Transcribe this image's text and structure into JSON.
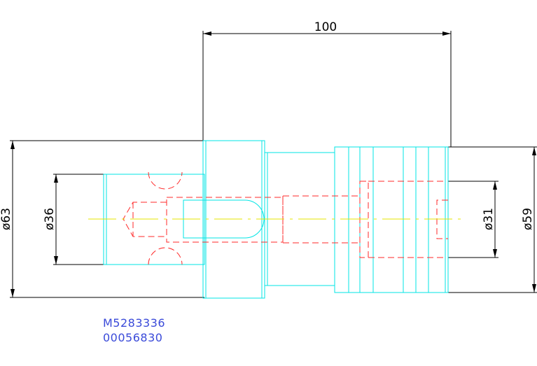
{
  "dimensions": {
    "length": "100",
    "dia_63": "ø63",
    "dia_36": "ø36",
    "dia_31": "ø31",
    "dia_59": "ø59"
  },
  "part": {
    "code_1": "M5283336",
    "code_2": "00056830"
  },
  "colors": {
    "outline": "#00e5e5",
    "hidden": "#ff2a2a",
    "centerline": "#e5e500",
    "dimension": "#000000",
    "label": "#3a4ad9"
  }
}
